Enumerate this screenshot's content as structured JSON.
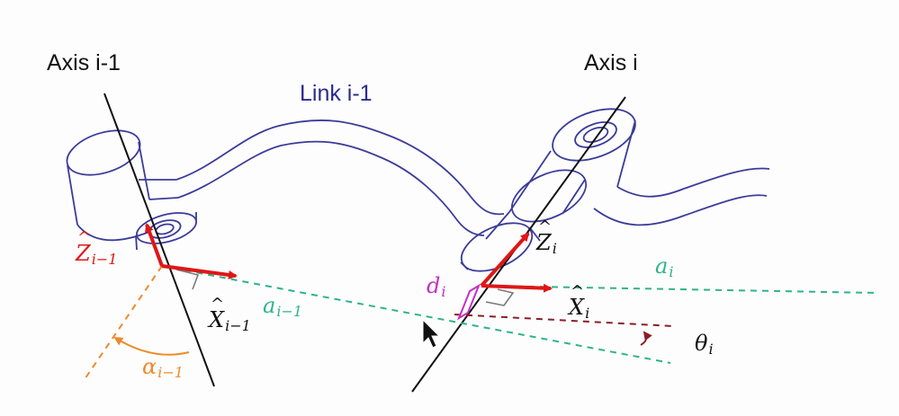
{
  "labels": {
    "axis_prev": "Axis i-1",
    "axis_curr": "Axis i",
    "link_prev": "Link i-1",
    "z_prev_base": "Z",
    "z_prev_sub": "i−1",
    "x_prev_base": "X",
    "x_prev_sub": "i−1",
    "a_prev_base": "a",
    "a_prev_sub": "i−1",
    "alpha_prev_base": "α",
    "alpha_prev_sub": "i−1",
    "d_base": "d",
    "d_sub": "i",
    "z_curr_base": "Z",
    "z_curr_sub": "i",
    "x_curr_base": "X",
    "x_curr_sub": "i",
    "a_curr_base": "a",
    "a_curr_sub": "i",
    "theta_base": "θ",
    "theta_sub": "i"
  },
  "colors": {
    "axis_line": "#111111",
    "link_outline": "#3b3b9a",
    "frame_arrow": "#e01616",
    "common_normal": "#2eb38a",
    "x_projection": "#8a1e28",
    "alpha_annotation": "#ef8a2a",
    "offset_marker": "#c42fc4",
    "right_angle": "#7a7a7a"
  }
}
